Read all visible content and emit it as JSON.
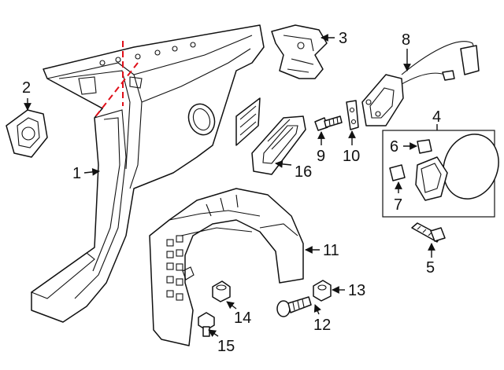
{
  "callouts": {
    "c1": "1",
    "c2": "2",
    "c3": "3",
    "c4": "4",
    "c5": "5",
    "c6": "6",
    "c7": "7",
    "c8": "8",
    "c9": "9",
    "c10": "10",
    "c11": "11",
    "c12": "12",
    "c13": "13",
    "c14": "14",
    "c15": "15",
    "c16": "16"
  },
  "colors": {
    "line": "#111111",
    "cut_line": "#e0101a",
    "background": "#ffffff"
  }
}
